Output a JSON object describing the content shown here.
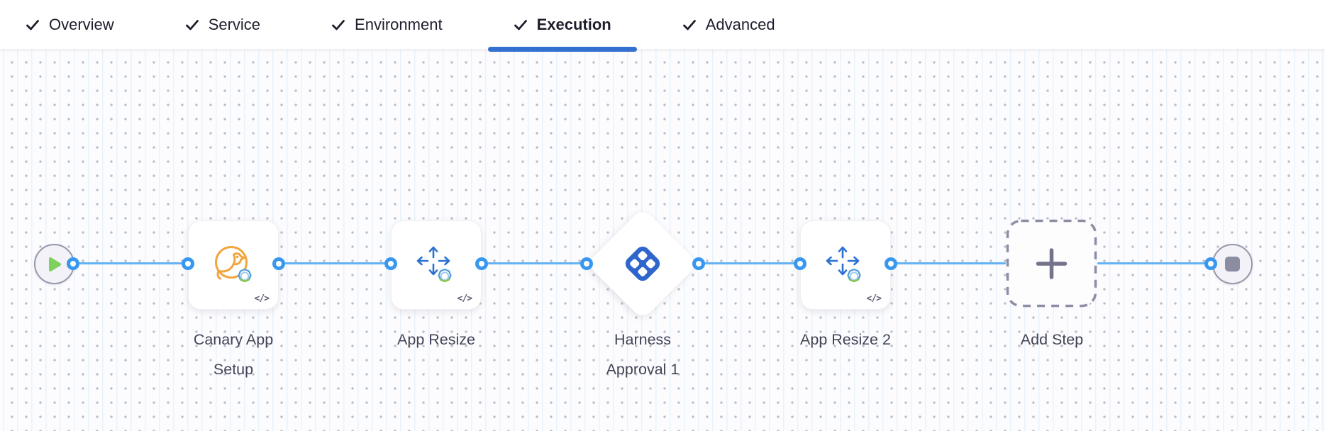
{
  "tab_bar": {
    "tabs": [
      {
        "label": "Overview",
        "checked": true,
        "active": false
      },
      {
        "label": "Service",
        "checked": true,
        "active": false
      },
      {
        "label": "Environment",
        "checked": true,
        "active": false
      },
      {
        "label": "Execution",
        "checked": true,
        "active": true
      },
      {
        "label": "Advanced",
        "checked": true,
        "active": false
      }
    ],
    "active_tab": "Execution"
  },
  "pipeline": {
    "start_node": {
      "icon": "play-icon"
    },
    "end_node": {
      "icon": "stop-icon"
    },
    "steps": [
      {
        "name": "Canary App Setup",
        "type": "step",
        "icon": "canary-icon",
        "badge_icon": "gear-icon",
        "code_badge": "</>"
      },
      {
        "name": "App Resize",
        "type": "step",
        "icon": "resize-arrows-icon",
        "badge_icon": "gear-icon",
        "code_badge": "</>"
      },
      {
        "name": "Harness Approval 1",
        "type": "approval",
        "icon": "harness-approval-icon"
      },
      {
        "name": "App Resize 2",
        "type": "step",
        "icon": "resize-arrows-icon",
        "badge_icon": "gear-icon",
        "code_badge": "</>"
      },
      {
        "name": "Add Step",
        "type": "add",
        "icon": "plus-icon"
      }
    ]
  },
  "colors": {
    "tab_text": "#1d1e2c",
    "active_tab_underline": "#3370cf",
    "edge_blue": "#63b2f3",
    "port_ring_blue": "#3898f0",
    "harness_logo_blue": "#2e66cc",
    "canary_orange": "#f1a53d",
    "resize_arrow_blue": "#2d72d2",
    "play_green": "#7ed05f",
    "stop_gray": "#8d8da2",
    "label_text": "#424456",
    "grid_dot": "#b7bdc9",
    "grid_line": "#e9f2fb",
    "canvas_bg": "#fcfcfe"
  }
}
